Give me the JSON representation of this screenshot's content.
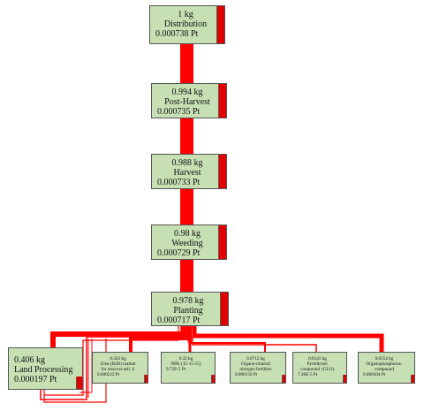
{
  "colors": {
    "node_fill": "#c6e0b4",
    "flow": "#ff0000",
    "bar": "#e00000"
  },
  "nodes": {
    "distribution": {
      "amount": "1 kg",
      "name": "Distribution",
      "score": "0.000738 Pt"
    },
    "post_harvest": {
      "amount": "0.994 kg",
      "name": "Post-Harvest",
      "score": "0.000735 Pt"
    },
    "harvest": {
      "amount": "0.988 kg",
      "name": "Harvest",
      "score": "0.000733 Pt"
    },
    "weeding": {
      "amount": "0.98 kg",
      "name": "Weeding",
      "score": "0.000729 Pt"
    },
    "planting": {
      "amount": "0.978 kg",
      "name": "Planting",
      "score": "0.000717 Pt"
    },
    "land_processing": {
      "amount": "0.406 kg",
      "name": "Land Processing",
      "score": "0.000197 Pt"
    },
    "urea": {
      "amount": "0.502 kg",
      "name": "Urea (B2B) market for urea ext.sell, S",
      "score": "0.000222 Pt"
    },
    "npk": {
      "amount": "0.32 kg",
      "name": "NPK (15-15-15)",
      "score": "9.72E-5 Pt"
    },
    "organo_mineral": {
      "amount": "0.0712 kg",
      "name": "Organo-mineral nitrogen fertiliser",
      "score": "0.000132 Pt"
    },
    "pyrethroid": {
      "amount": "0.0141 kg",
      "name": "Pyrethroid-compound {GLO}",
      "score": "7.36E-5 Pt"
    },
    "organophosphorus": {
      "amount": "0.0554 kg",
      "name": "Organophosphorus-compound",
      "score": "0.000104 Pt"
    }
  }
}
